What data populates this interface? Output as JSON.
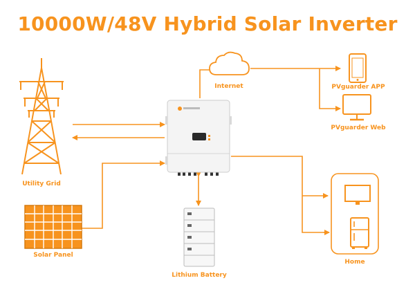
{
  "title": "10000W/48V Hybrid Solar Inverter",
  "colors": {
    "accent": "#f7931e",
    "device_body": "#f4f4f4",
    "device_outline": "#cccccc",
    "display": "#2a2a2a"
  },
  "labels": {
    "utility_grid": "Utility Grid",
    "solar_panel": "Solar Panel",
    "internet": "Internet",
    "lithium_battery": "Lithium Battery",
    "pvguarder_app": "PVguarder APP",
    "pvguarder_web": "PVguarder Web",
    "home": "Home"
  },
  "icons": {
    "grid": "transmission-tower-icon",
    "solar": "solar-panel-icon",
    "cloud": "cloud-icon",
    "inverter": "inverter-device",
    "battery": "battery-stack",
    "phone": "smartphone-icon",
    "monitor": "monitor-icon",
    "home": "home-appliances-icon"
  }
}
